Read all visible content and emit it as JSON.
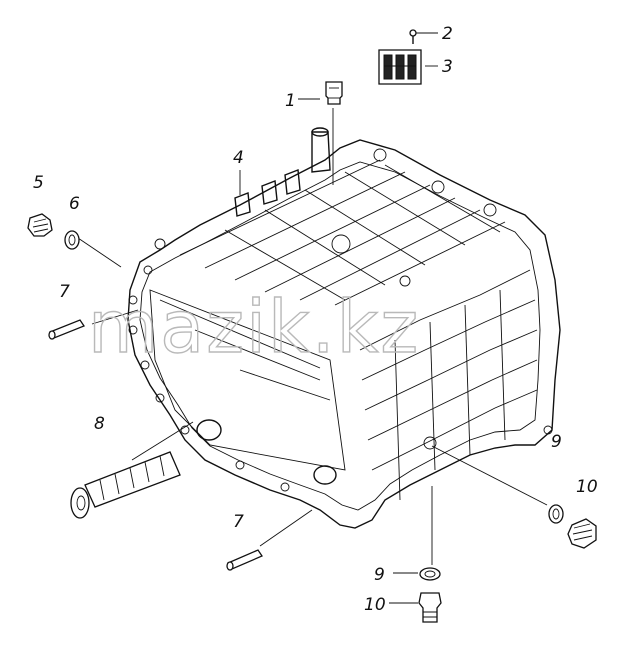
{
  "watermark": "mazik.kz",
  "callouts": [
    {
      "id": "c1",
      "label": "1"
    },
    {
      "id": "c2",
      "label": "2"
    },
    {
      "id": "c3",
      "label": "3"
    },
    {
      "id": "c4",
      "label": "4"
    },
    {
      "id": "c5",
      "label": "5"
    },
    {
      "id": "c6",
      "label": "6"
    },
    {
      "id": "c7a",
      "label": "7"
    },
    {
      "id": "c7b",
      "label": "7"
    },
    {
      "id": "c8",
      "label": "8"
    },
    {
      "id": "c9a",
      "label": "9"
    },
    {
      "id": "c9b",
      "label": "9"
    },
    {
      "id": "c10a",
      "label": "10"
    },
    {
      "id": "c10b",
      "label": "10"
    }
  ]
}
